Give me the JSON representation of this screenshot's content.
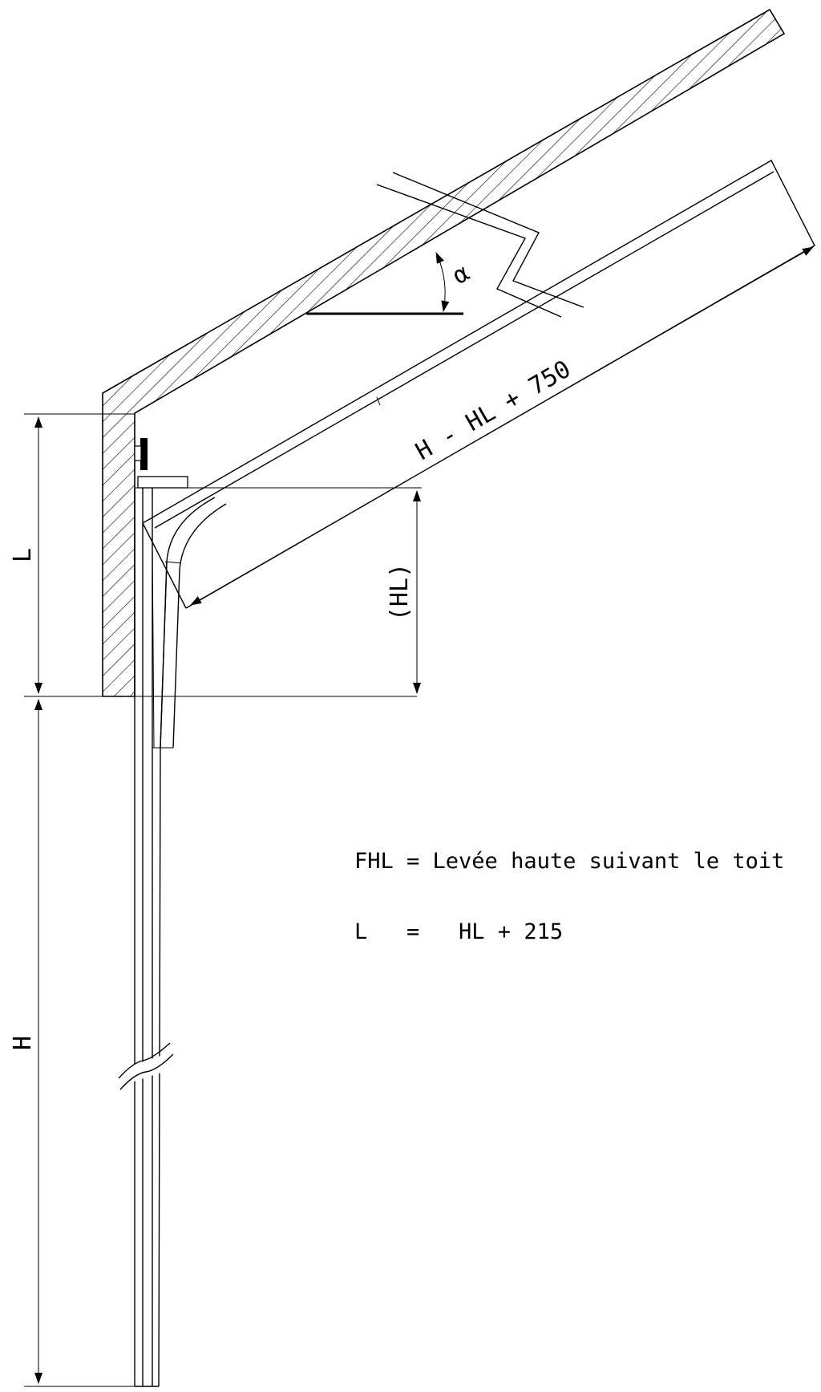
{
  "labels": {
    "dim_l": "L",
    "dim_h": "H",
    "dim_hl": "(HL)",
    "dim_track": "H - HL + 750",
    "angle": "α"
  },
  "notes": {
    "fhl": "FHL = Levée haute suivant le toit",
    "l_formula": "L   =   HL + 215"
  }
}
